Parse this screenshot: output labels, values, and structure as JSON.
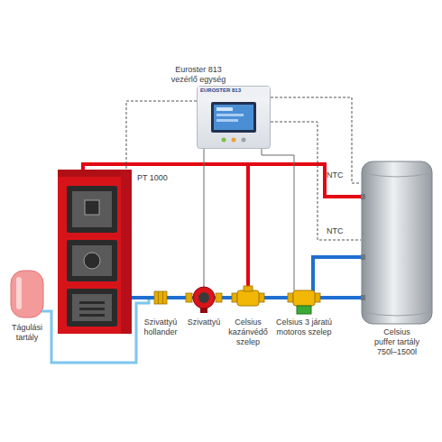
{
  "diagram": {
    "nodes": [
      {
        "text": [
          "Euroster 813 vezérlő egység",
          "EUROSTER 813"
        ]
      },
      {
        "text": [
          "PT 1000"
        ]
      },
      {
        "text": [
          "Tágulási tartály"
        ]
      },
      {
        "text": [
          "Szivattyú hollander"
        ]
      },
      {
        "text": [
          "Szivattyú"
        ]
      },
      {
        "text": [
          "Celsius kazánvédő szelep"
        ]
      },
      {
        "text": [
          "Celsius 3 járatú motoros szelep"
        ]
      },
      {
        "text": [
          "Celsius puffer tartály 750l–1500l"
        ]
      }
    ],
    "edges": [
      {
        "from": 1,
        "to": 7,
        "arrow": "none"
      },
      {
        "from": 1,
        "to": 5,
        "arrow": "none"
      },
      {
        "from": 1,
        "to": 3,
        "arrow": "none"
      },
      {
        "from": 3,
        "to": 4,
        "arrow": "none"
      },
      {
        "from": 4,
        "to": 5,
        "arrow": "none"
      },
      {
        "from": 5,
        "to": 6,
        "arrow": "none"
      },
      {
        "from": 6,
        "to": 7,
        "arrow": "none"
      },
      {
        "from": 6,
        "to": 7,
        "arrow": "none"
      },
      {
        "from": 2,
        "to": 3,
        "arrow": "none"
      },
      {
        "from": 0,
        "to": 1,
        "arrow": "none"
      },
      {
        "from": 0,
        "to": 4,
        "arrow": "none"
      },
      {
        "from": 0,
        "to": 6,
        "arrow": "none"
      },
      {
        "from": 0,
        "to": 7,
        "arrow": "none"
      },
      {
        "from": 0,
        "to": 7,
        "arrow": "none"
      }
    ],
    "labels": [
      "NTC",
      "NTC"
    ]
  }
}
